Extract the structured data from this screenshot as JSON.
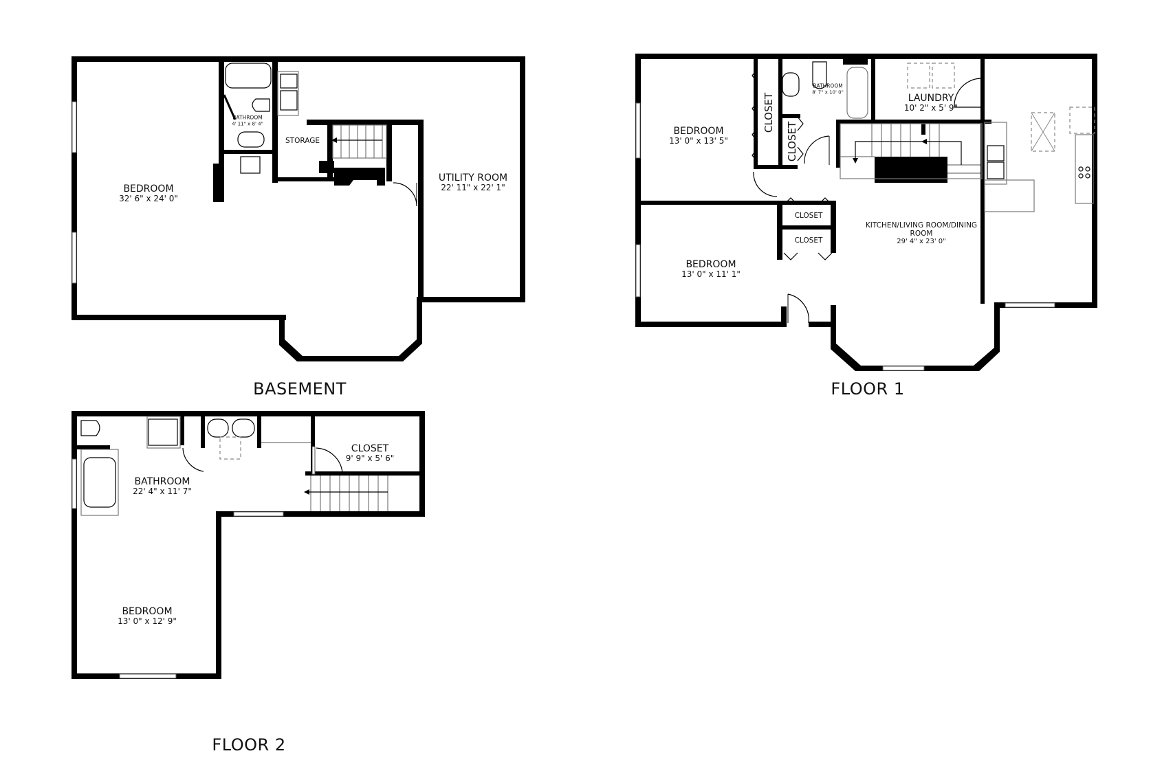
{
  "floors": {
    "basement": {
      "title": "BASEMENT",
      "rooms": {
        "bedroom": {
          "name": "BEDROOM",
          "dims": "32' 6\" x 24' 0\""
        },
        "bathroom": {
          "name": "BATHROOM",
          "dims": "4' 11\" x 8' 4\""
        },
        "storage": {
          "name": "STORAGE"
        },
        "utility": {
          "name": "UTILITY ROOM",
          "dims": "22' 11\" x 22' 1\""
        }
      }
    },
    "floor1": {
      "title": "FLOOR 1",
      "rooms": {
        "bedroom_a": {
          "name": "BEDROOM",
          "dims": "13' 0\" x 13' 5\""
        },
        "bedroom_b": {
          "name": "BEDROOM",
          "dims": "13' 0\" x 11' 1\""
        },
        "closet_v1": {
          "name": "CLOSET"
        },
        "closet_v2": {
          "name": "CLOSET"
        },
        "closet_h1": {
          "name": "CLOSET"
        },
        "closet_h2": {
          "name": "CLOSET"
        },
        "bathroom": {
          "name": "BATHROOM",
          "dims": "8' 7\" x 10' 0\""
        },
        "laundry": {
          "name": "LAUNDRY",
          "dims": "10' 2\" x 5' 9\""
        },
        "kitchen": {
          "name": "KITCHEN/LIVING ROOM/DINING ROOM",
          "dims": "29' 4\" x 23' 0\""
        }
      }
    },
    "floor2": {
      "title": "FLOOR 2",
      "rooms": {
        "bathroom": {
          "name": "BATHROOM",
          "dims": "22' 4\" x 11' 7\""
        },
        "closet": {
          "name": "CLOSET",
          "dims": "9' 9\" x 5' 6\""
        },
        "bedroom": {
          "name": "BEDROOM",
          "dims": "13' 0\" x 12' 9\""
        }
      }
    }
  }
}
